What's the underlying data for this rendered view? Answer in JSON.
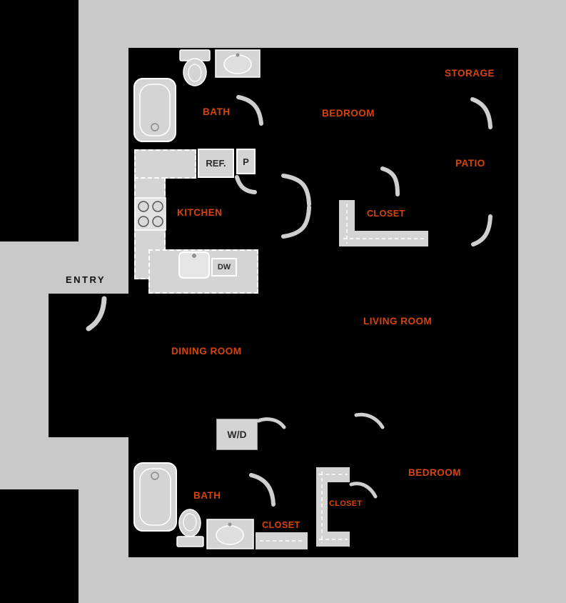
{
  "floor_plan": {
    "rooms": {
      "storage": "STORAGE",
      "bath_upper": "BATH",
      "bedroom_upper": "BEDROOM",
      "patio": "PATIO",
      "kitchen": "KITCHEN",
      "walk_in_closet": "CLOSET",
      "living": "LIVING ROOM",
      "dining": "DINING ROOM",
      "bedroom_lower": "BEDROOM",
      "bath_lower": "BATH",
      "bedroom_closet": "CLOSET",
      "hall_closet": "CLOSET",
      "entry": "ENTRY"
    },
    "appliances": {
      "refrigerator": "REF.",
      "pantry": "P",
      "dishwasher": "DW",
      "washer_dryer": "W/D"
    },
    "colors": {
      "background": "#c8c8c8",
      "interior": "#000000",
      "fixture": "#d4d4d4",
      "fixture_outline": "#ffffff",
      "room_label": "#d8430a",
      "entry_label": "#111111"
    }
  }
}
